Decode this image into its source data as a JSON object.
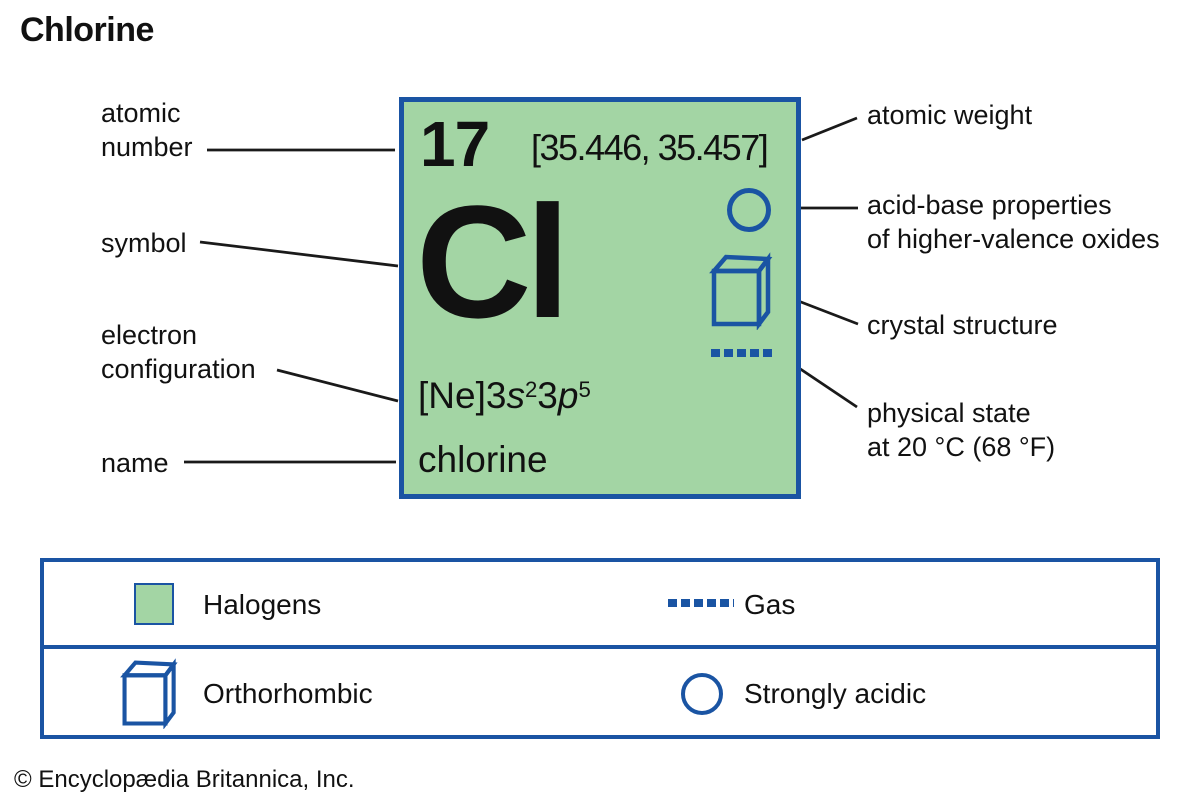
{
  "page": {
    "title": "Chlorine",
    "copyright": "© Encyclopædia Britannica, Inc."
  },
  "element_card": {
    "atomic_number": "17",
    "atomic_weight": "[35.446, 35.457]",
    "symbol": "Cl",
    "name": "chlorine",
    "electron_configuration": {
      "text": "[Ne]3s23p5",
      "segments": [
        {
          "text": "[Ne]3"
        },
        {
          "text": "s",
          "italic": true
        },
        {
          "text": "2",
          "sup": true
        },
        {
          "text": "3"
        },
        {
          "text": "p",
          "italic": true
        },
        {
          "text": "5",
          "sup": true
        }
      ]
    },
    "icons": {
      "acid_base": "strongly-acidic-circle-icon",
      "crystal_structure": "orthorhombic-cube-icon",
      "physical_state": "gas-dashed-line-icon"
    }
  },
  "callouts": {
    "atomic_number": {
      "line1": "atomic",
      "line2": "number"
    },
    "symbol": {
      "line1": "symbol"
    },
    "electron_configuration": {
      "line1": "electron",
      "line2": "configuration"
    },
    "name": {
      "line1": "name"
    },
    "atomic_weight": {
      "line1": "atomic weight"
    },
    "acid_base": {
      "line1": "acid-base properties",
      "line2": "of higher-valence oxides"
    },
    "crystal_structure": {
      "line1": "crystal structure"
    },
    "physical_state": {
      "line1": "physical state",
      "line2": "at 20 °C (68 °F)"
    }
  },
  "legend": {
    "rows": [
      {
        "items": [
          {
            "icon": "halogens-swatch",
            "label": "Halogens"
          },
          {
            "icon": "gas-dashed-line-icon",
            "label": "Gas"
          }
        ]
      },
      {
        "items": [
          {
            "icon": "orthorhombic-cube-icon",
            "label": "Orthorhombic"
          },
          {
            "icon": "strongly-acidic-circle-icon",
            "label": "Strongly acidic"
          }
        ]
      }
    ]
  },
  "colors": {
    "halogen_green": "#a3d5a4",
    "britannica_blue": "#1a54a3",
    "text_black": "#111111",
    "leader_line_black": "#1a1a1a"
  }
}
